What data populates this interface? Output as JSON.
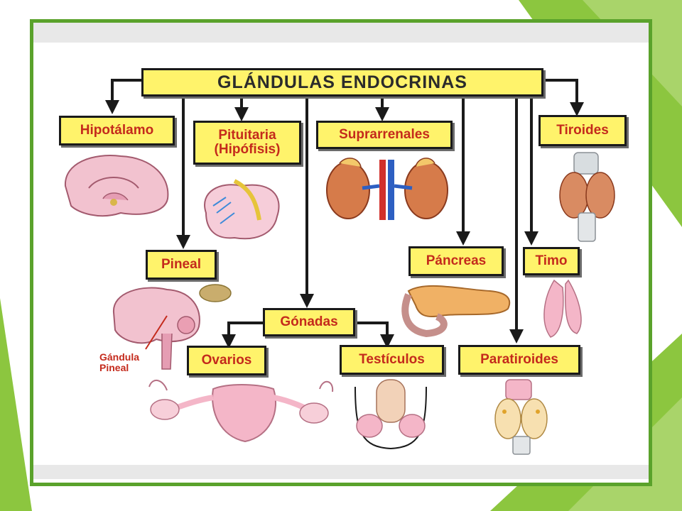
{
  "diagram": {
    "title": "GLÁNDULAS ENDOCRINAS",
    "glands": {
      "hipotalamo": "Hipotálamo",
      "pituitaria_line1": "Pituitaria",
      "pituitaria_line2": "(Hipófisis)",
      "suprarrenales": "Suprarrenales",
      "tiroides": "Tiroides",
      "pineal": "Pineal",
      "pancreas": "Páncreas",
      "timo": "Timo",
      "gonadas": "Gónadas",
      "ovarios": "Ovarios",
      "testiculos": "Testículos",
      "paratiroides": "Paratiroides"
    },
    "pineal_caption_line1": "Gándula",
    "pineal_caption_line2": "Pineal"
  },
  "colors": {
    "frame_green": "#5aa22b",
    "accent_green": "#8cc63f",
    "box_fill": "#fff36b",
    "label_red": "#c42a1c",
    "tissue_pink": "#f4b6c8"
  }
}
